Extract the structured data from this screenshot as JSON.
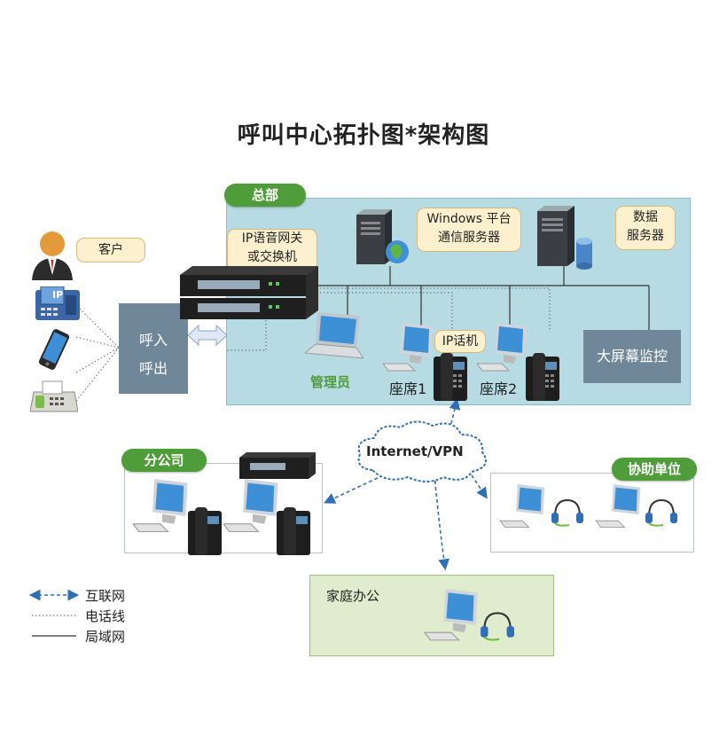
{
  "title": "呼叫中心拓扑图*架构图",
  "regions": {
    "hq": "总部",
    "branch": "分公司",
    "assist": "协助单位",
    "home": "家庭办公"
  },
  "labels": {
    "customer": "客户",
    "ip_phone_badge": "IP",
    "gateway_line1": "IP语音网关",
    "gateway_line2": "或交换机",
    "inout_line1": "呼入",
    "inout_line2": "呼出",
    "comm_server_line1": "Windows 平台",
    "comm_server_line2": "通信服务器",
    "data_server_line1": "数据",
    "data_server_line2": "服务器",
    "ip_phone": "IP话机",
    "seat1": "座席1",
    "seat2": "座席2",
    "admin": "管理员",
    "big_screen": "大屏幕监控",
    "cloud": "Internet/VPN"
  },
  "legend": [
    {
      "type": "internet",
      "label": "互联网"
    },
    {
      "type": "phone-line",
      "label": "电话线"
    },
    {
      "type": "lan",
      "label": "局域网"
    }
  ],
  "colors": {
    "hq_bg": "#b7dbe3",
    "green": "#4f9d3a",
    "callout_bg": "#fdf0cf",
    "dark_box": "#70879a",
    "internet_line": "#2f6fb5",
    "home_bg": "#dfeccd"
  }
}
